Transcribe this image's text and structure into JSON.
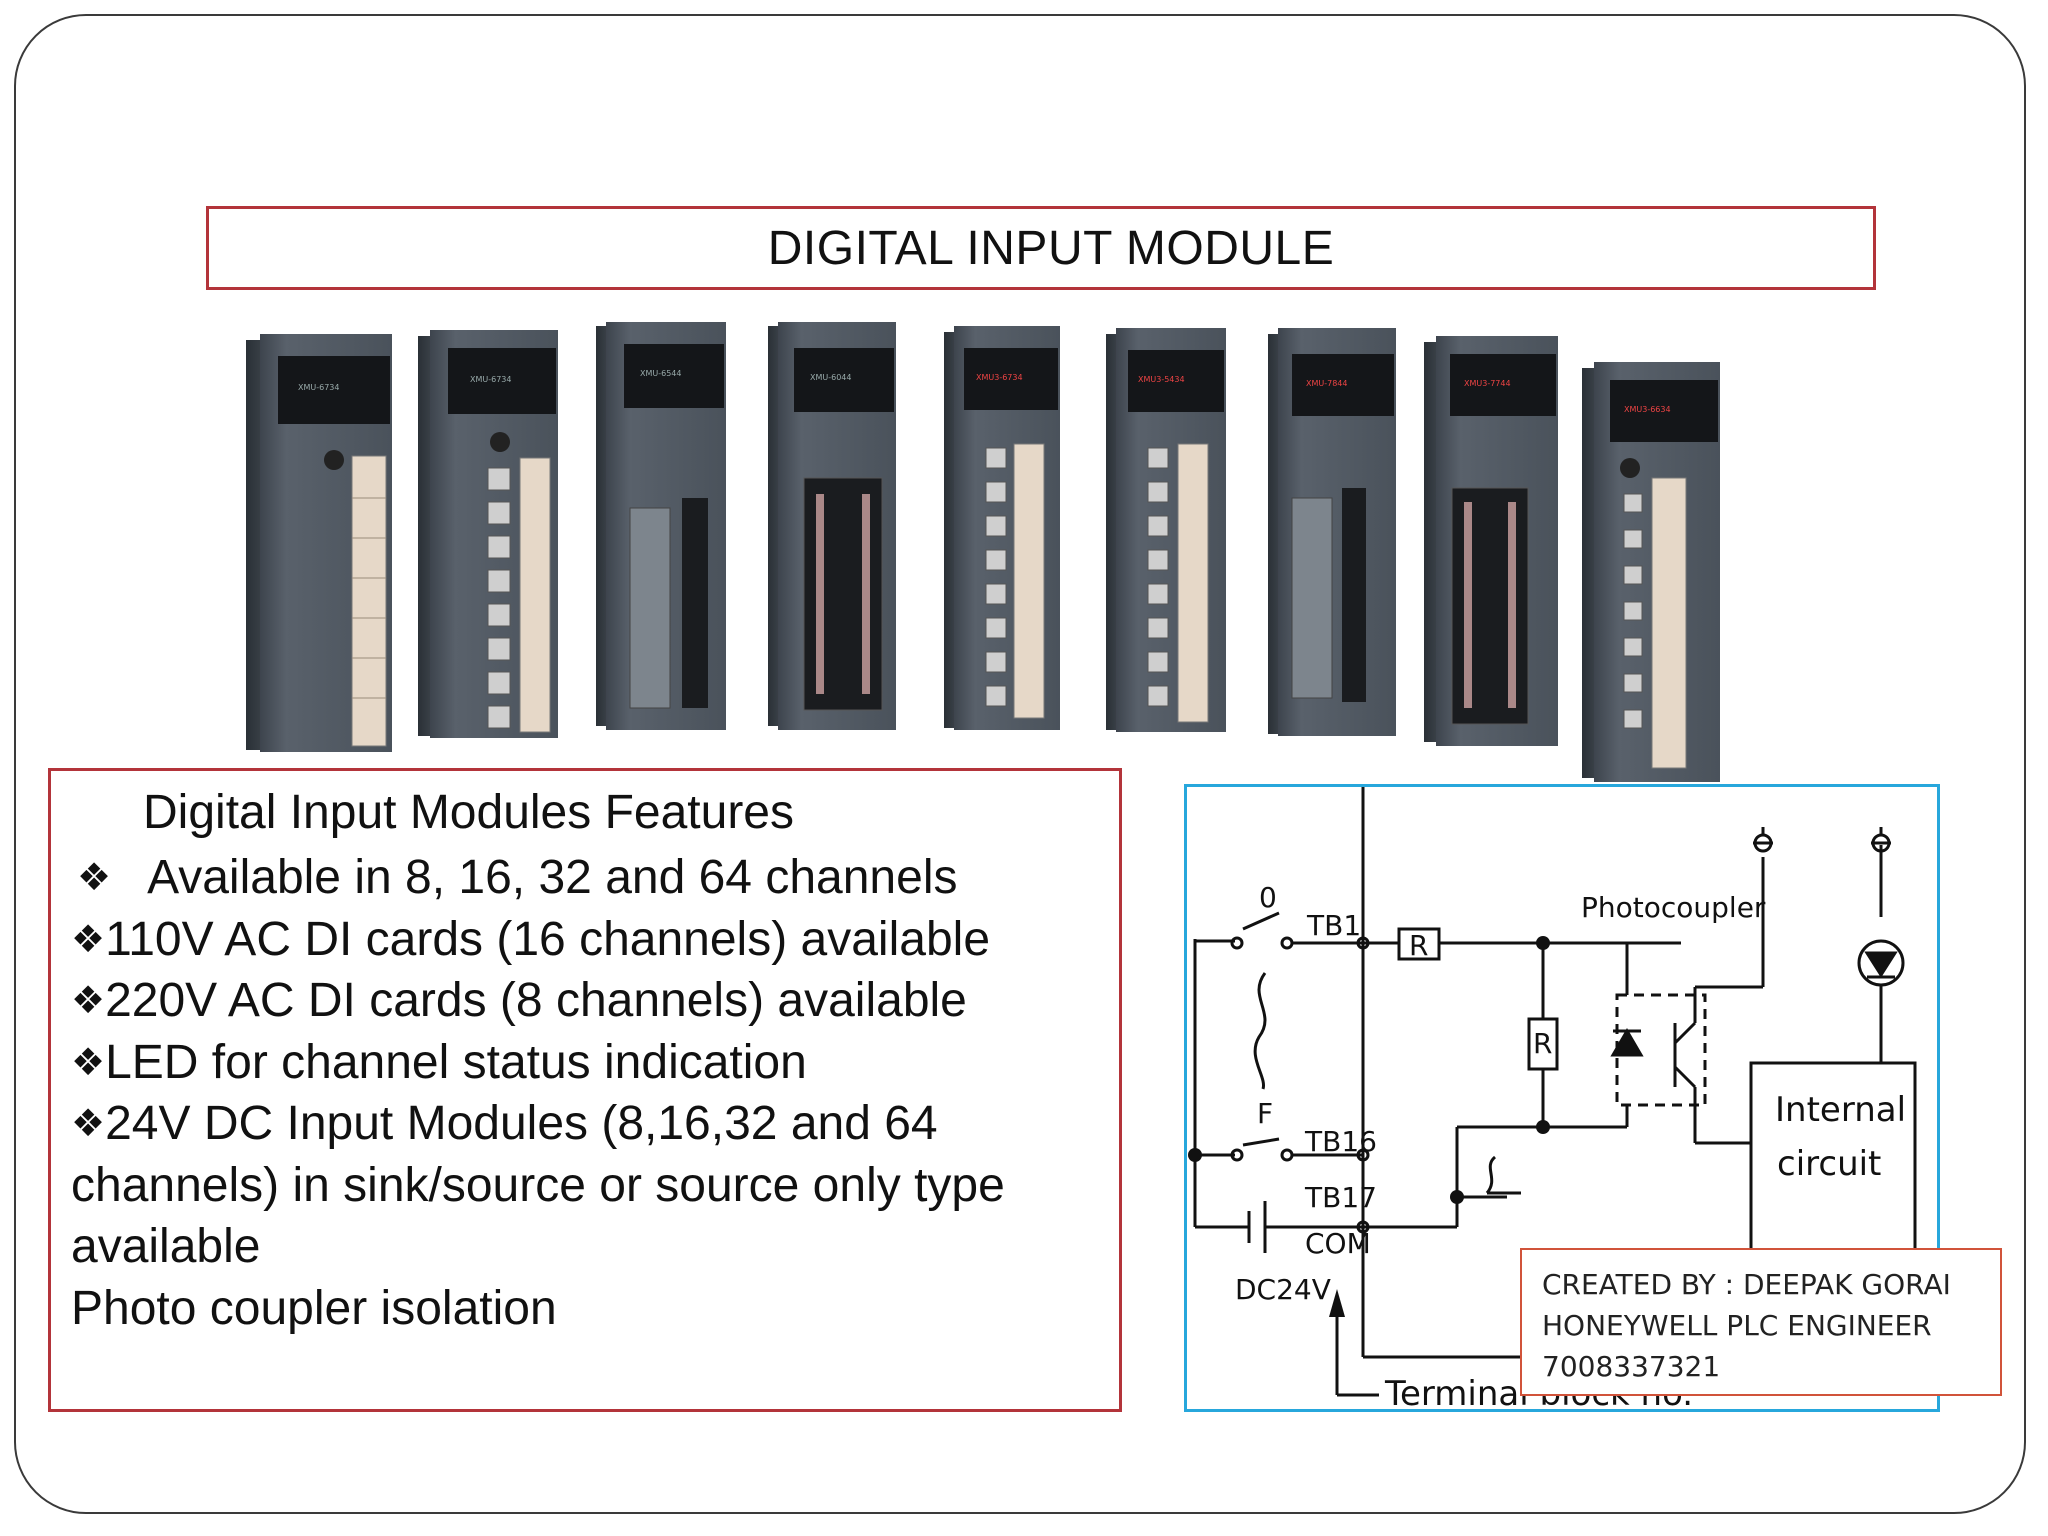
{
  "slide": {
    "title": "DIGITAL INPUT MODULE"
  },
  "features": {
    "heading": "Digital Input Modules Features",
    "bullet_symbol": "❖",
    "items": [
      "Available in 8, 16, 32 and 64 channels",
      "110V AC DI cards (16 channels) available",
      "220V AC DI cards (8 channels) available",
      "LED for channel status indication",
      "24V DC Input Modules (8,16,32 and 64",
      "channels) in sink/source or source only type",
      "available",
      "Photo coupler isolation"
    ]
  },
  "modules_photo": {
    "module_labels": [
      "XMU-6734",
      "XMU-6734",
      "XMU-6544",
      "XMU-6044",
      "XMU3-6734",
      "XMU3-5434",
      "XMU-7844",
      "XMU3-7744",
      "XMU3-6634"
    ]
  },
  "circuit": {
    "labels": {
      "switch_0": "0",
      "switch_f": "F",
      "tb1": "TB1",
      "tb16": "TB16",
      "tb17": "TB17",
      "com": "COM",
      "dc24v": "DC24V",
      "resistor_1": "R",
      "resistor_2": "R",
      "photocoupler": "Photocoupler",
      "internal_1": "Internal",
      "internal_2": "circuit",
      "terminal_block": "Terminal block no."
    }
  },
  "credit": {
    "line1": "CREATED BY : DEEPAK GORAI",
    "line2": "HONEYWELL PLC ENGINEER",
    "line3": "7008337321"
  },
  "colors": {
    "title_border": "#b3343a",
    "circuit_border": "#27a7dc",
    "credit_border": "#d1533a"
  }
}
